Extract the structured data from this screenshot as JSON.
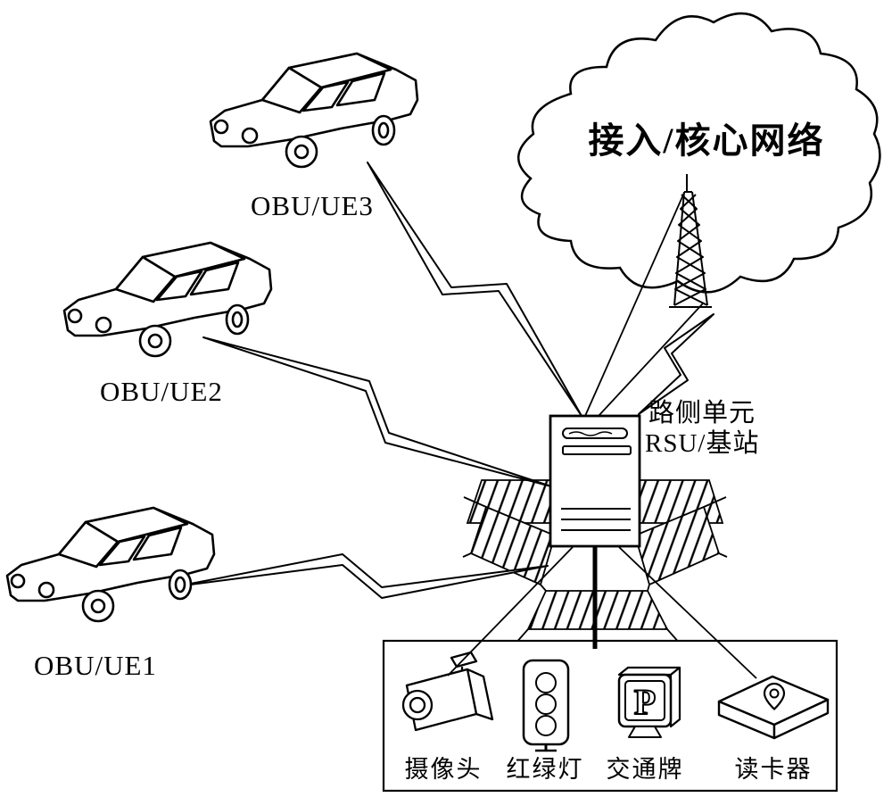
{
  "diagram": {
    "cloud_label": "接入/核心网络",
    "rsu_label_line1": "路侧单元",
    "rsu_label_line2": "RSU/基站",
    "vehicles": [
      {
        "label": "OBU/UE3"
      },
      {
        "label": "OBU/UE2"
      },
      {
        "label": "OBU/UE1"
      }
    ],
    "devices": [
      {
        "label": "摄像头"
      },
      {
        "label": "红绿灯"
      },
      {
        "label": "交通牌"
      },
      {
        "label": "读卡器"
      }
    ],
    "sign_letter": "P"
  },
  "colors": {
    "ink": "#000000",
    "paper": "#ffffff"
  }
}
